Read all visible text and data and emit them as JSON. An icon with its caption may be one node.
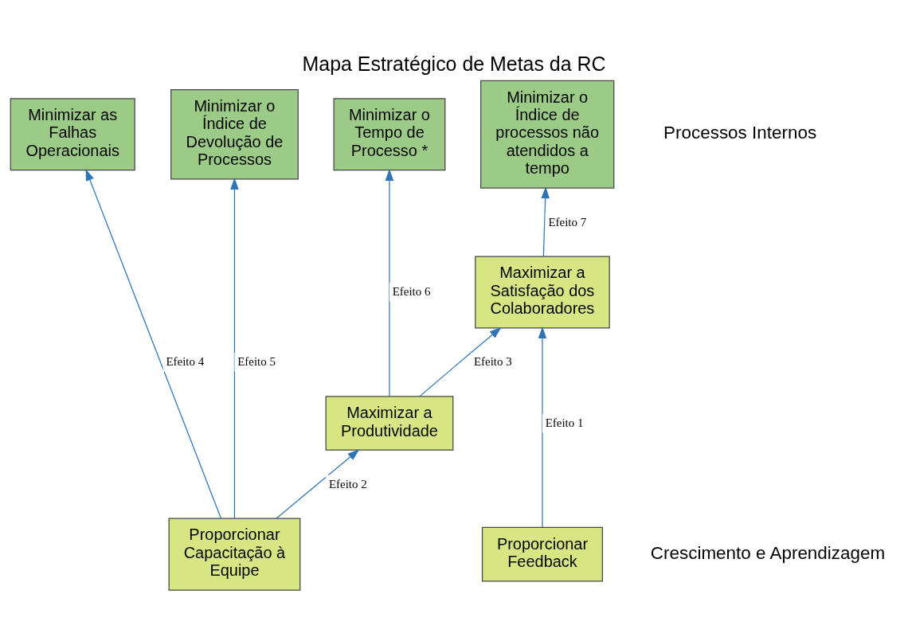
{
  "diagram": {
    "title": "Mapa Estratégico de Metas da RC",
    "nodes": [
      {
        "text": [
          "Minimizar as Falhas Operacionais"
        ]
      },
      {
        "text": [
          "Minimizar o Índice de Devolução de Processos"
        ]
      },
      {
        "text": [
          "Minimizar o Tempo de Processo *"
        ]
      },
      {
        "text": [
          "Minimizar o Índice de processos não atendidos a tempo"
        ]
      },
      {
        "text": [
          "Maximizar a Satisfação dos Colaboradores"
        ]
      },
      {
        "text": [
          "Maximizar a Produtividade"
        ]
      },
      {
        "text": [
          "Proporcionar Capacitação à Equipe"
        ]
      },
      {
        "text": [
          "Proporcionar Feedback"
        ]
      }
    ],
    "edges": [
      {
        "from": 7,
        "to": 4,
        "arrow": "to",
        "label": "Efeito 1"
      },
      {
        "from": 6,
        "to": 5,
        "arrow": "to",
        "label": "Efeito 2"
      },
      {
        "from": 5,
        "to": 4,
        "arrow": "to",
        "label": "Efeito 3"
      },
      {
        "from": 6,
        "to": 0,
        "arrow": "to",
        "label": "Efeito 4"
      },
      {
        "from": 6,
        "to": 1,
        "arrow": "to",
        "label": "Efeito 5"
      },
      {
        "from": 5,
        "to": 2,
        "arrow": "to",
        "label": "Efeito 6"
      },
      {
        "from": 4,
        "to": 3,
        "arrow": "to",
        "label": "Efeito 7"
      }
    ],
    "labels": [
      "Processos Internos",
      "Crescimento e Aprendizagem"
    ]
  }
}
